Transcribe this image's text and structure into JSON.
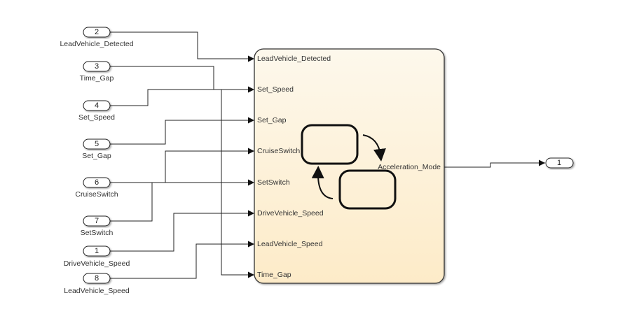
{
  "diagram": {
    "type": "simulink-model",
    "inports": [
      {
        "number": "2",
        "label": "LeadVehicle_Detected",
        "target": "LeadVehicle_Detected"
      },
      {
        "number": "3",
        "label": "Time_Gap",
        "target": "Time_Gap"
      },
      {
        "number": "4",
        "label": "Set_Speed",
        "target": "Set_Speed"
      },
      {
        "number": "5",
        "label": "Set_Gap",
        "target": "Set_Gap"
      },
      {
        "number": "6",
        "label": "CruiseSwitch",
        "target": "CruiseSwitch"
      },
      {
        "number": "7",
        "label": "SetSwitch",
        "target": "SetSwitch"
      },
      {
        "number": "1",
        "label": "DriveVehicle_Speed",
        "target": "DriveVehicle_Speed"
      },
      {
        "number": "8",
        "label": "LeadVehicle_Speed",
        "target": "LeadVehicle_Speed"
      }
    ],
    "chart_block": {
      "kind": "stateflow-chart",
      "inputs": [
        "LeadVehicle_Detected",
        "Set_Speed",
        "Set_Gap",
        "CruiseSwitch",
        "SetSwitch",
        "DriveVehicle_Speed",
        "LeadVehicle_Speed",
        "Time_Gap"
      ],
      "outputs": [
        "Acceleration_Mode"
      ],
      "icon": "state-transition-icon",
      "fill_top": "#fdf8ec",
      "fill_bottom": "#fdebc8"
    },
    "outports": [
      {
        "number": "1",
        "source": "Acceleration_Mode"
      }
    ]
  }
}
